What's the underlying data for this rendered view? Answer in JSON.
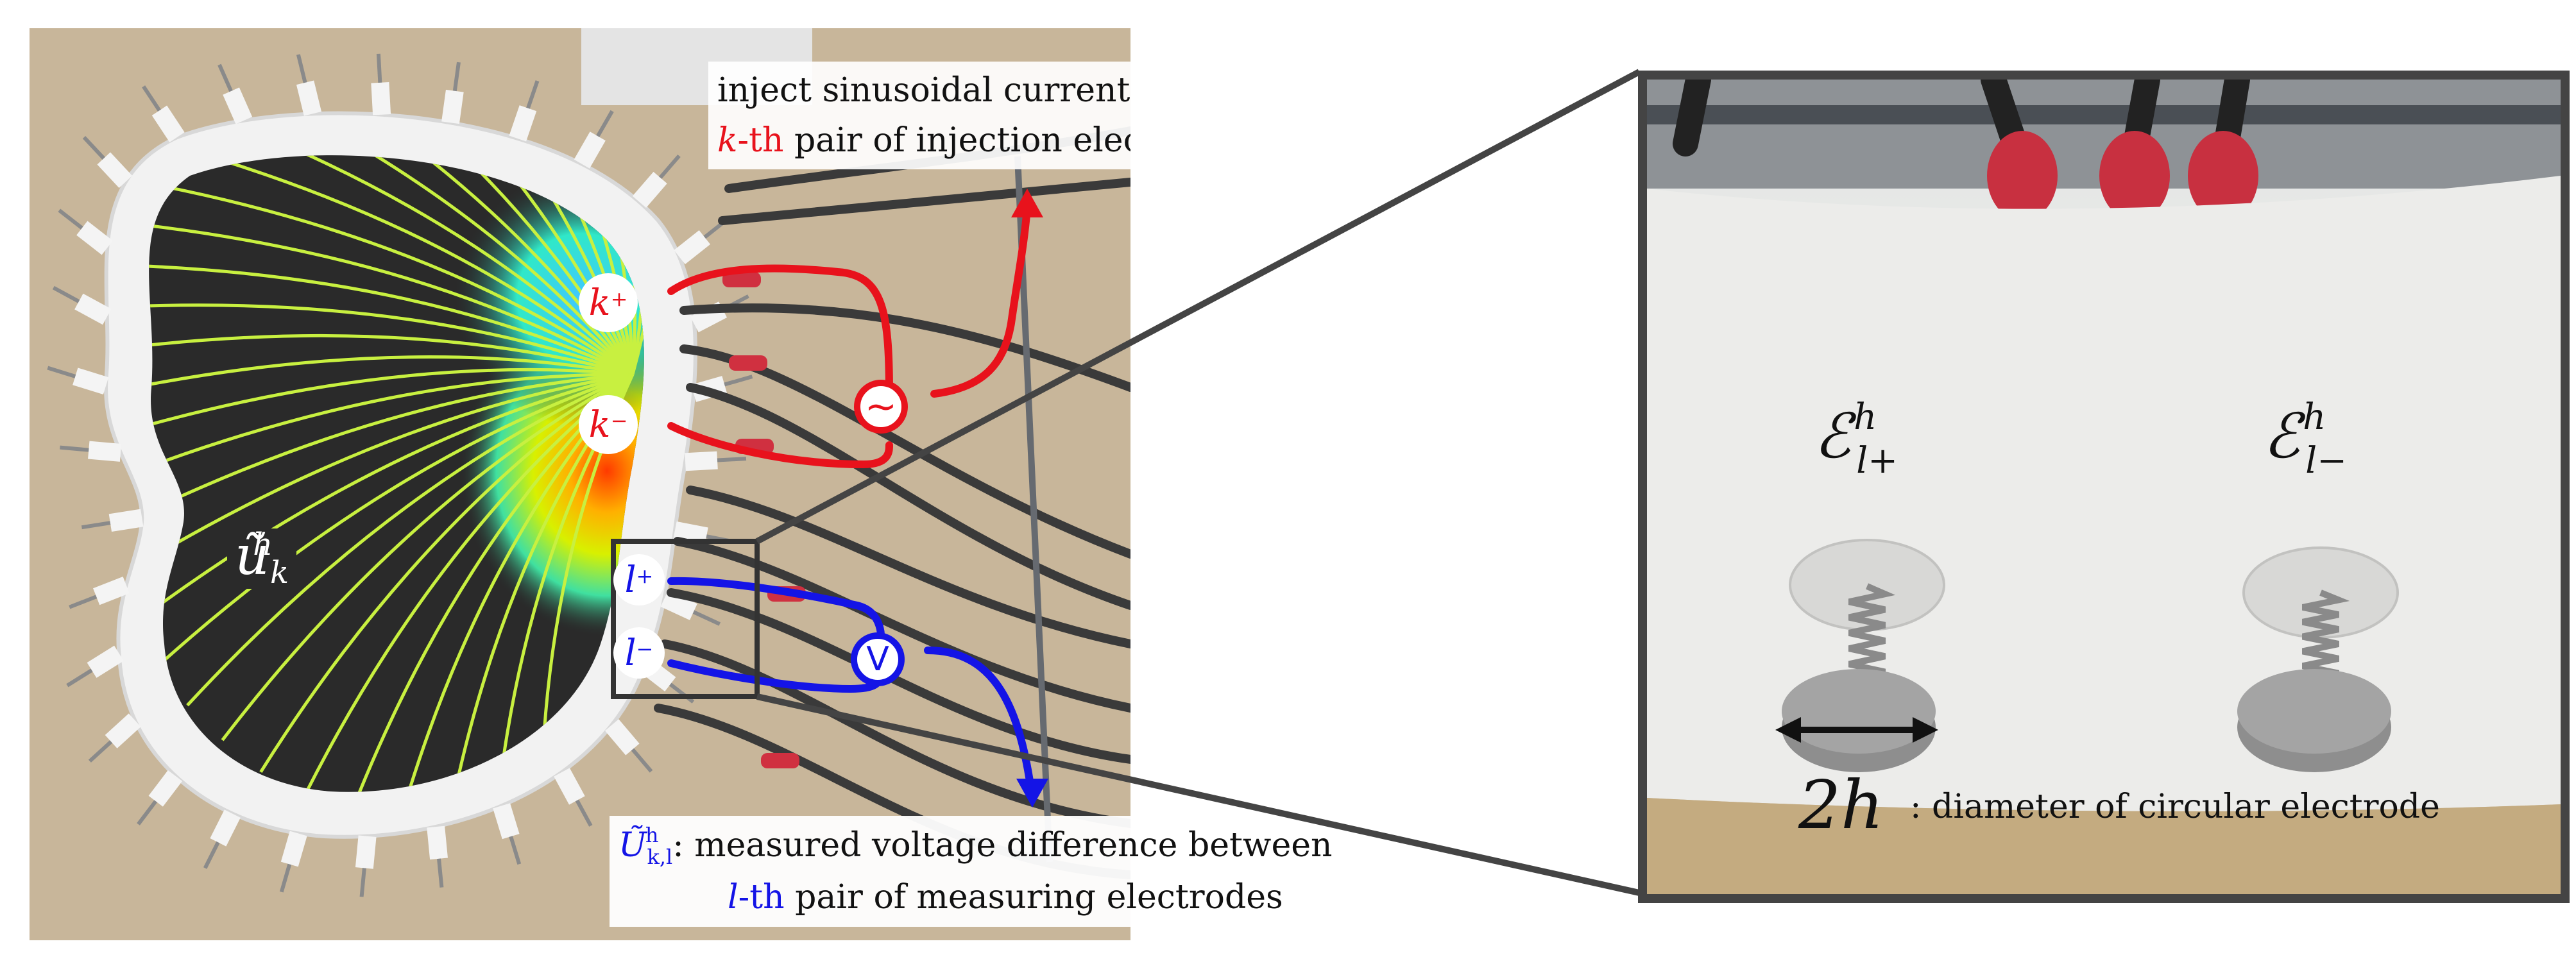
{
  "annotations": {
    "inject_line1": "inject sinusoidal current through",
    "inject_k": "k",
    "inject_th": "-th",
    "inject_line2_rest": " pair of injection electrodes",
    "measure_symbol": "Ũ",
    "measure_symbol_sup": "h",
    "measure_symbol_sub": "k,l",
    "measure_line1_rest": ": measured voltage difference between",
    "measure_l": "l",
    "measure_th": "-th",
    "measure_line2_rest": " pair of measuring electrodes",
    "diameter_symbol": "2h",
    "diameter_text": ": diameter of circular electrode"
  },
  "nodes": {
    "k_plus": {
      "base": "k",
      "sup": "+"
    },
    "k_minus": {
      "base": "k",
      "sup": "−"
    },
    "l_plus": {
      "base": "l",
      "sup": "+"
    },
    "l_minus": {
      "base": "l",
      "sup": "−"
    }
  },
  "potential_label": {
    "base": "ũ",
    "sup": "h",
    "sub": "k"
  },
  "electrode_labels": {
    "left": {
      "base": "ℰ",
      "sup": "h",
      "sub": "l+"
    },
    "right": {
      "base": "ℰ",
      "sup": "h",
      "sub": "l−"
    }
  },
  "symbols": {
    "source": "~",
    "voltmeter": "V"
  },
  "colors": {
    "injection": "#e8121c",
    "measurement": "#1414e6",
    "frame": "#444444",
    "field_background": "#2a2a2a"
  }
}
